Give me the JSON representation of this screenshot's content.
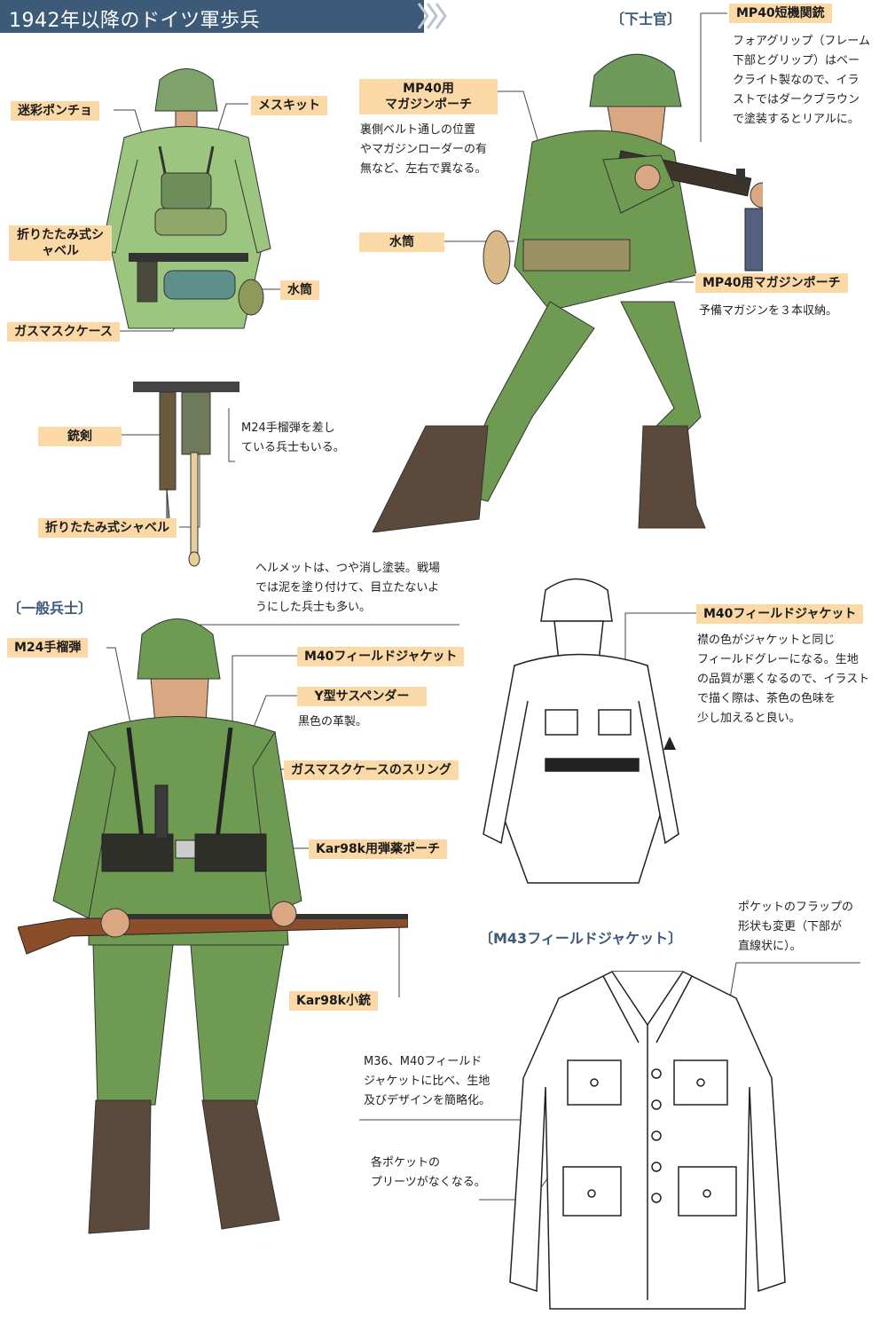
{
  "header": {
    "title": "1942年以降のドイツ軍歩兵"
  },
  "sections": {
    "nco": "〔下士官〕",
    "private": "〔一般兵士〕",
    "m43": "〔M43フィールドジャケット〕"
  },
  "labels": {
    "camo_poncho": "迷彩ポンチョ",
    "mess_kit": "メスキット",
    "folding_shovel_back": "折りたたみ式シャベル",
    "canteen_back": "水筒",
    "gasmask_case": "ガスマスクケース",
    "bayonet": "銃剣",
    "folding_shovel_side": "折りたたみ式シャベル",
    "mp40_pouch_top_l1": "MP40用",
    "mp40_pouch_top_l2": "マガジンポーチ",
    "canteen_nco": "水筒",
    "mp40_smg": "MP40短機関銃",
    "mp40_pouch_right": "MP40用マガジンポーチ",
    "m24_grenade": "M24手榴弾",
    "m40_jacket_left": "M40フィールドジャケット",
    "y_suspenders": "Y型サスペンダー",
    "gasmask_sling": "ガスマスクケースのスリング",
    "kar98k_pouch": "Kar98k用弾薬ポーチ",
    "kar98k_rifle": "Kar98k小銃",
    "m40_jacket_right": "M40フィールドジャケット"
  },
  "notes": {
    "m24_note_1": "M24手榴弾を差し",
    "m24_note_2": "ている兵士もいる。",
    "pouch_note_1": "裏側ベルト通しの位置",
    "pouch_note_2": "やマガジンローダーの有",
    "pouch_note_3": "無など、左右で異なる。",
    "mp40_note_1": "フォアグリップ（フレーム",
    "mp40_note_2": "下部とグリップ）はベー",
    "mp40_note_3": "クライト製なので、イラ",
    "mp40_note_4": "ストではダークブラウン",
    "mp40_note_5": "で塗装するとリアルに。",
    "spare_mag_note": "予備マガジンを３本収納。",
    "helmet_note_1": "ヘルメットは、つや消し塗装。戦場",
    "helmet_note_2": "では泥を塗り付けて、目立たないよ",
    "helmet_note_3": "うにした兵士も多い。",
    "suspender_note": "黒色の革製。",
    "m40_note_1": "襟の色がジャケットと同じ",
    "m40_note_2": "フィールドグレーになる。生地",
    "m40_note_3": "の品質が悪くなるので、イラスト",
    "m40_note_4": "で描く際は、茶色の色味を",
    "m40_note_5": "少し加えると良い。",
    "flap_note_1": "ポケットのフラップの",
    "flap_note_2": "形状も変更（下部が",
    "flap_note_3": "直線状に）。",
    "m43_note_1": "M36、M40フィールド",
    "m43_note_2": "ジャケットに比べ、生地",
    "m43_note_3": "及びデザインを簡略化。",
    "pleat_note_1": "各ポケットの",
    "pleat_note_2": "プリーツがなくなる。"
  },
  "colors": {
    "header_bg": "#3d5a78",
    "label_bg": "#fbd9a6",
    "uniform_green": "#6f9a52",
    "boot_brown": "#5b4a3c",
    "rifle_wood": "#8a4f2a"
  }
}
